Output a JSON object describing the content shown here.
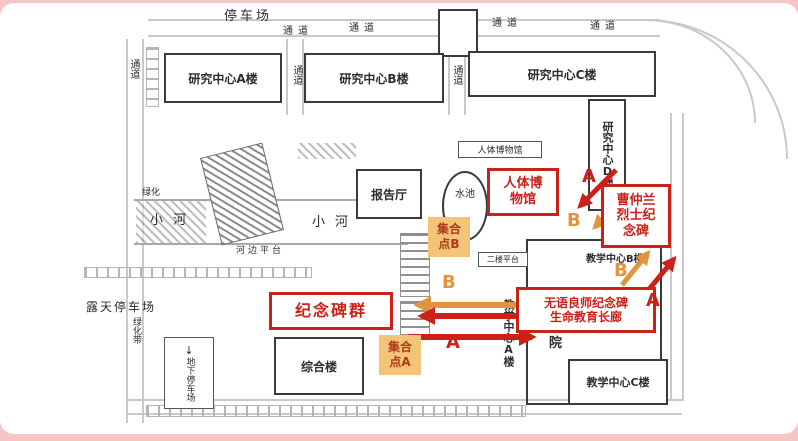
{
  "colors": {
    "annotation_red": "#cc2018",
    "route_orange": "#e2943c",
    "assembly_badge_bg": "#f3c377",
    "frame_pink": "#f6c6c6"
  },
  "map": {
    "parking_top": "停车场",
    "passage": "通道",
    "research_a": "研究中心A楼",
    "research_b": "研究中心B楼",
    "research_c": "研究中心C楼",
    "research_d": "研究中心D楼",
    "museum_building": "人体博物馆",
    "report_hall": "报告厅",
    "pool": "水池",
    "river": "小河",
    "riverside_platform": "河边平台",
    "second_floor_platform": "二楼平台",
    "open_air_parking": "露天停车场",
    "green": "绿化",
    "green_belt": "绿化带",
    "underground_parking": "地下停车场",
    "down_arrow": "↓",
    "complex_building": "综合楼",
    "teaching_a": "教学中心A楼",
    "teaching_b": "教学中心B楼",
    "teaching_c": "教学中心C楼",
    "hospital": "院"
  },
  "annotations": {
    "museum": {
      "lines": [
        "人体博",
        "物馆"
      ]
    },
    "cao_memorial": {
      "lines": [
        "曹仲兰",
        "烈士纪",
        "念碑"
      ]
    },
    "monument_group": "纪念碑群",
    "wuyu_memorial": {
      "lines": [
        "无语良师纪念碑",
        "生命教育长廊"
      ]
    },
    "assembly_a": {
      "lines": [
        "集合",
        "点A"
      ]
    },
    "assembly_b": {
      "lines": [
        "集合",
        "点B"
      ]
    },
    "letter_a": "A",
    "letter_b": "B"
  }
}
